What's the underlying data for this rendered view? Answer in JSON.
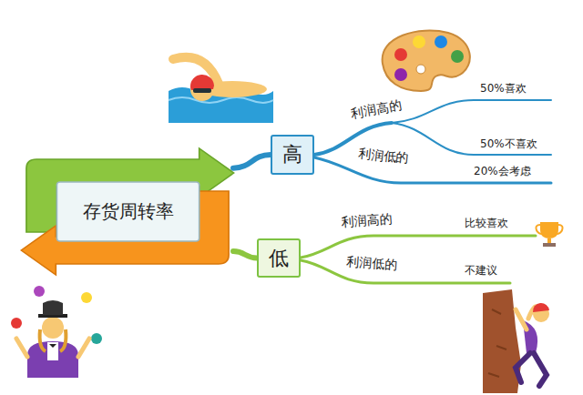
{
  "diagram": {
    "nodes": [
      {
        "text": [
          "存货周转率"
        ]
      },
      {
        "text": [
          "高"
        ]
      },
      {
        "text": [
          "低"
        ]
      }
    ],
    "edges": [
      {
        "from": 0,
        "to": 1,
        "arrow": "none"
      },
      {
        "from": 0,
        "to": 2,
        "arrow": "none"
      }
    ],
    "labels": [
      "利润高的",
      "50%喜欢",
      "50%不喜欢",
      "利润低的",
      "20%会考虑",
      "利润高的",
      "比较喜欢",
      "利润低的",
      "不建议"
    ]
  }
}
